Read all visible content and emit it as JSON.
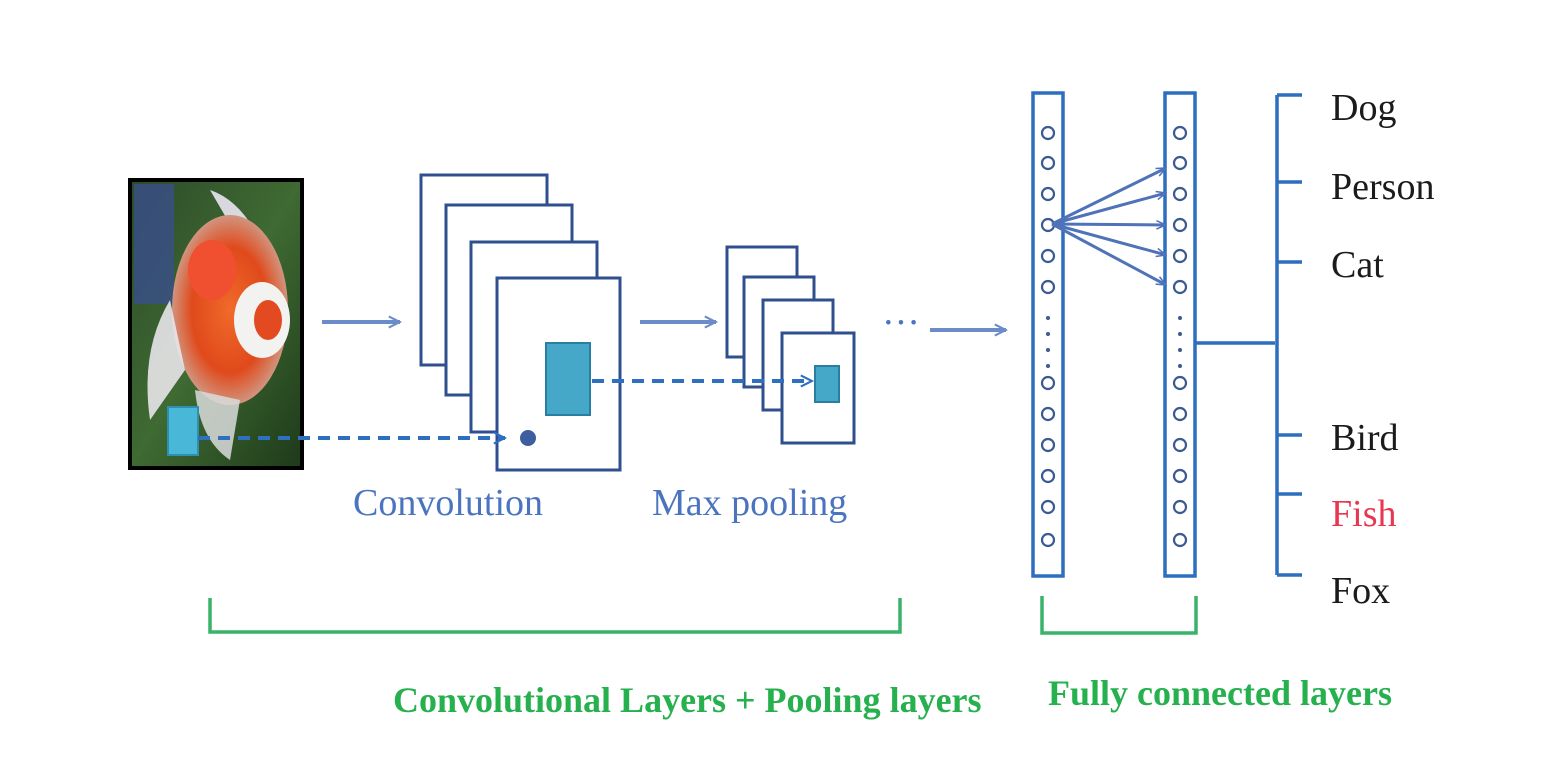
{
  "labels": {
    "convolution": "Convolution",
    "max_pooling": "Max pooling",
    "ellipsis": "···",
    "conv_pool_bracket": "Convolutional Layers + Pooling layers",
    "fc_bracket": "Fully connected layers"
  },
  "classes": [
    {
      "label": "Dog",
      "highlight": false
    },
    {
      "label": "Person",
      "highlight": false
    },
    {
      "label": "Cat",
      "highlight": false
    },
    {
      "label": "Bird",
      "highlight": false
    },
    {
      "label": "Fish",
      "highlight": true
    },
    {
      "label": "Fox",
      "highlight": false
    }
  ],
  "colors": {
    "frame": "#2f4f8f",
    "arrow": "#6b8cc8",
    "dashed": "#2e6fc0",
    "fc_column": "#2d6fbf",
    "neuron": "#3a5a90",
    "bracket_green": "#3ab26a",
    "label_blue": "#4a74c0",
    "label_green": "#26b04e",
    "highlight": "#e8384f",
    "teal_patch": "#46a8c8"
  },
  "input_image": {
    "subject": "goldfish photo"
  }
}
